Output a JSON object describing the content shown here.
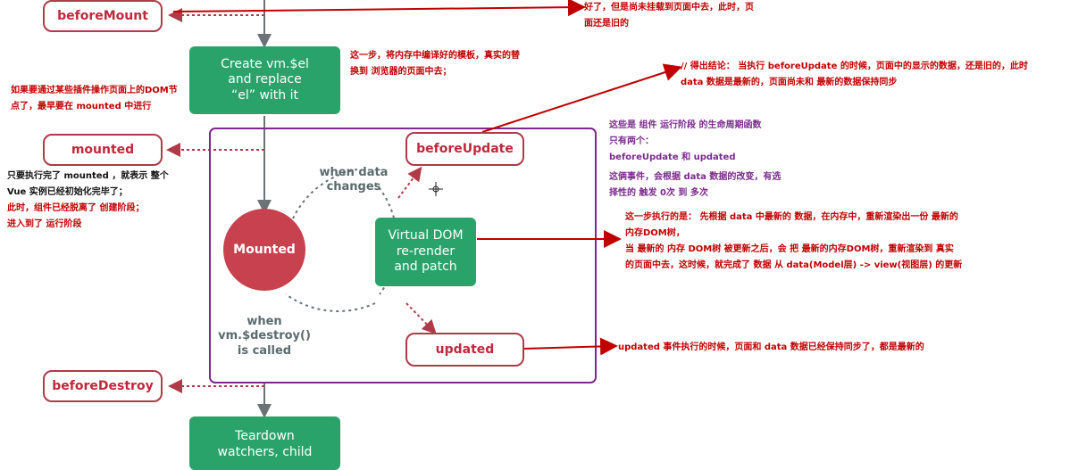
{
  "hooks": {
    "before_mount": "beforeMount",
    "mounted": "mounted",
    "before_update": "beforeUpdate",
    "updated": "updated",
    "before_destroy": "beforeDestroy"
  },
  "green_boxes": {
    "create_el": "Create vm.$el\nand replace\n“el” with it",
    "virtual_dom": "Virtual DOM\nre-render\nand patch",
    "teardown": "Teardown\nwatchers, child"
  },
  "mounted_circle": "Mounted",
  "cycle_labels": {
    "when_data_changes": "when data\nchanges",
    "when_destroy": "when\nvm.$destroy()\nis called"
  },
  "notes": {
    "top_right": "好了，但是尚未挂载到页面中去，此时，页\n面还是旧的",
    "render_step": "这一步，将内存中编译好的模板，真实的替\n换到 浏览器的页面中去；",
    "dom_operation": "如果要通过某些插件操作页面上的DOM节\n点了，最早要在 mounted 中进行",
    "mounted_done_black": "只要执行完了 mounted ，就表示 整个\nVue 实例已经初始化完毕了；",
    "mounted_done_red": "此时，组件已经脱离了 创建阶段；\n进入到了 运行阶段",
    "conclusion": "// 得出结论： 当执行 beforeUpdate 的时候，页面中的显示的数据，还是旧的，此时\ndata 数据是最新的，页面尚未和 最新的数据保持同步",
    "runtime_hooks": "这些是 组件 运行阶段 的生命周期函数\n只有两个：\nbeforeUpdate 和 updated",
    "runtime_trigger": "这俩事件，会根据 data 数据的改变，有选\n择性的 触发 0次 到 多次",
    "rerender_desc": "这一步执行的是： 先根据 data 中最新的 数据，在内存中，重新渲染出一份 最新的\n内存DOM树，\n当 最新的 内存 DOM树 被更新之后，会 把 最新的内存DOM树，重新渲染到 真实\n的页面中去，这时候，就完成了 数据 从  data(Model层) ->  view(视图层) 的更新",
    "updated_desc": "updated 事件执行的时候，页面和 data 数据已经保持同步了，都是最新的"
  },
  "colors": {
    "green": "#2aa36b",
    "hook_border": "#b03a48",
    "annotation_red": "#c00000",
    "frame_purple": "#7a2a8c"
  }
}
